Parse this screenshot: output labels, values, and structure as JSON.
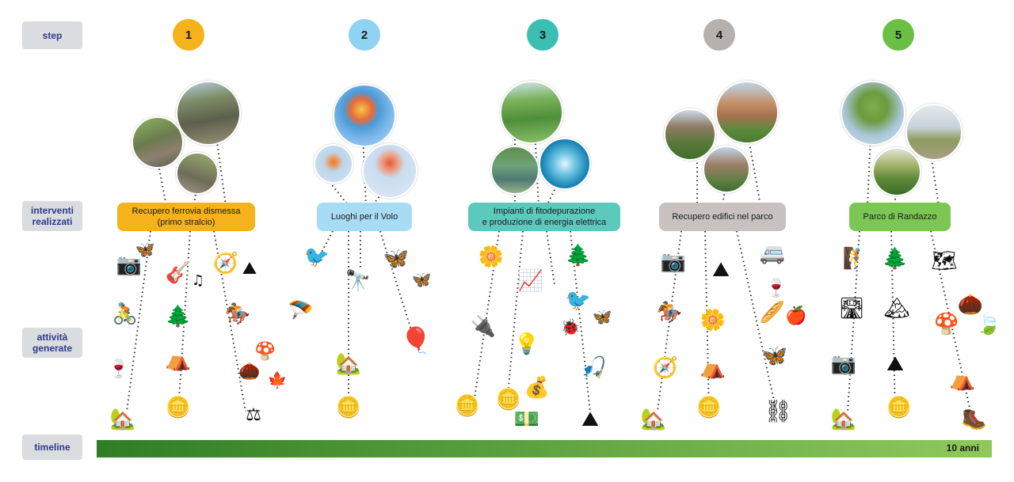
{
  "row_labels": {
    "step": "step",
    "interventions": "interventi\nrealizzati",
    "activities": "attività\ngenerate",
    "timeline": "timeline"
  },
  "steps": [
    {
      "number": "1",
      "color": "#f5b21b",
      "intervention": "Recupero ferrovia dismessa",
      "intervention_sub": "(primo stralcio)",
      "box_color": "#f5b21b"
    },
    {
      "number": "2",
      "color": "#8fd3f2",
      "intervention": "Luoghi per il Volo",
      "intervention_sub": "",
      "box_color": "#a7dcf4"
    },
    {
      "number": "3",
      "color": "#3bbfb3",
      "intervention": "Impianti di fitodepurazione",
      "intervention_sub": "e produzione di energia elettrica",
      "box_color": "#5cc9bd"
    },
    {
      "number": "4",
      "color": "#b7b1ad",
      "intervention": "Recupero edifici nel parco",
      "intervention_sub": "",
      "box_color": "#c7c2bf"
    },
    {
      "number": "5",
      "color": "#6bbf45",
      "intervention": "Parco di Randazzo",
      "intervention_sub": "",
      "box_color": "#7cc653"
    }
  ],
  "timeline_end": "10 anni",
  "icons": {
    "camera": "camera-icon",
    "butterfly": "butterfly-icon",
    "guitar": "guitar-icon",
    "compass": "compass-icon",
    "bicycle": "bicycle-icon",
    "trees": "trees-icon",
    "horse": "horse-rider-icon",
    "wine": "wine-icon",
    "tent": "tent-icon",
    "mushroom": "mushroom-icon",
    "house": "house-icon",
    "coins": "coins-icon",
    "seesaw": "seesaw-icon",
    "bird": "bird-icon",
    "binoculars": "binoculars-icon",
    "hangglider": "hang-glider-icon",
    "balloon": "hot-air-balloon-icon",
    "flower": "flower-icon",
    "growth": "growth-chart-icon",
    "plug": "plug-icon",
    "bulb": "lightbulb-icon",
    "moneybag": "money-bag-icon",
    "cash": "cash-stack-icon",
    "ladybug": "ladybug-icon",
    "fishing": "fishing-icon",
    "hills": "hills-icon",
    "flowers": "flowers-icon",
    "van": "van-icon",
    "swing": "swing-icon",
    "climber": "climber-icon",
    "road": "road-icon",
    "summit": "summit-icon",
    "map": "map-icon",
    "acorn": "acorn-icon",
    "leaf": "leaf-icon",
    "hiker": "hiker-icon"
  }
}
